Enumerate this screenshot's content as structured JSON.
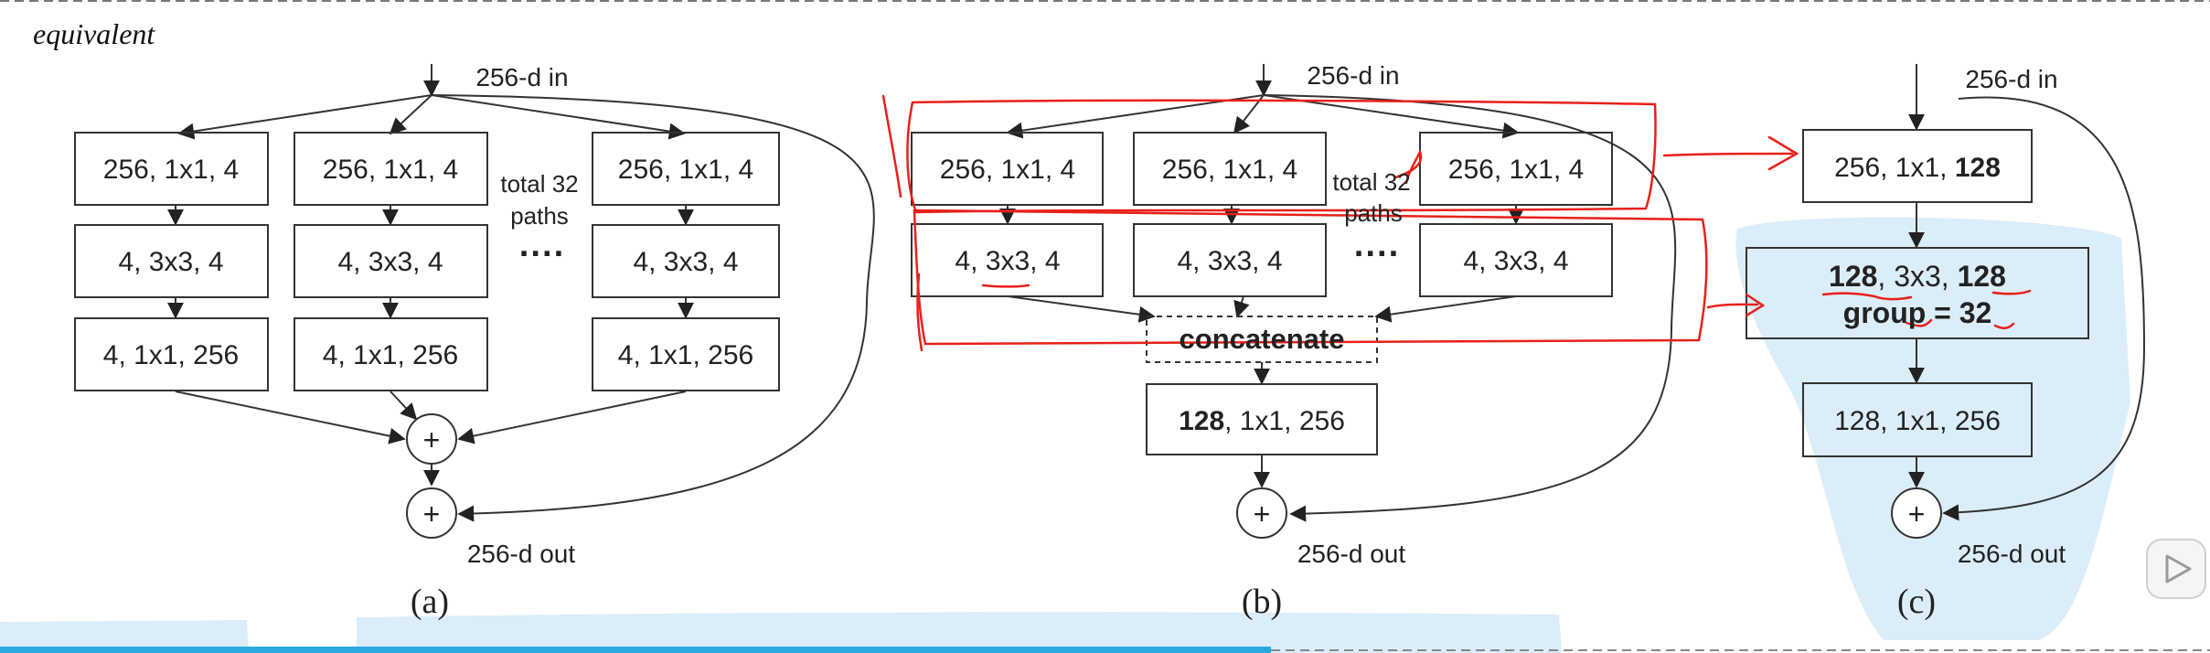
{
  "heading": "equivalent",
  "panel_a": {
    "input": "256-d in",
    "output": "256-d out",
    "caption": "(a)",
    "paths_note": [
      "total 32",
      "paths"
    ],
    "dots": "····",
    "rows": [
      [
        "256, 1x1, 4",
        "256, 1x1, 4",
        "256, 1x1, 4"
      ],
      [
        "4, 3x3, 4",
        "4, 3x3, 4",
        "4, 3x3, 4"
      ],
      [
        "4, 1x1, 256",
        "4, 1x1, 256",
        "4, 1x1, 256"
      ]
    ],
    "plus": "+"
  },
  "panel_b": {
    "input": "256-d in",
    "output": "256-d out",
    "caption": "(b)",
    "paths_note": [
      "total 32",
      "paths"
    ],
    "dots": "····",
    "rows": [
      [
        "256, 1x1, 4",
        "256, 1x1, 4",
        "256, 1x1, 4"
      ],
      [
        "4, 3x3, 4",
        "4, 3x3, 4",
        "4, 3x3, 4"
      ]
    ],
    "concat": "concatenate",
    "final": {
      "bold": "128",
      "rest": ", 1x1, 256"
    },
    "plus": "+"
  },
  "panel_c": {
    "input": "256-d in",
    "output": "256-d out",
    "caption": "(c)",
    "box1": {
      "rest": "256, 1x1, ",
      "bold": "128"
    },
    "box2": {
      "b1": "128",
      "mid": ", 3x3, ",
      "b2": "128",
      "line2": "group = 32"
    },
    "box3": "128, 1x1, 256",
    "plus": "+"
  },
  "colors": {
    "annotation": "#e8201a",
    "highlight": "#cce6f7",
    "bar": "#29a9e0",
    "stroke": "#333333"
  },
  "icons": [
    "play-icon"
  ]
}
